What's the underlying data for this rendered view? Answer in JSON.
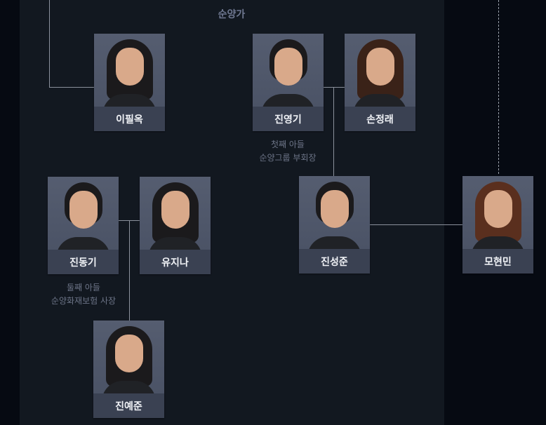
{
  "family": {
    "title": "순양가"
  },
  "members": [
    {
      "name": "이필옥",
      "description": []
    },
    {
      "name": "진영기",
      "description": [
        "첫째 아들",
        "순양그룹 부회장"
      ]
    },
    {
      "name": "손정래",
      "description": []
    },
    {
      "name": "진동기",
      "description": [
        "둘째 아들",
        "순양화재보험 사장"
      ]
    },
    {
      "name": "유지나",
      "description": []
    },
    {
      "name": "진성준",
      "description": []
    },
    {
      "name": "모현민",
      "description": []
    },
    {
      "name": "진예준",
      "description": []
    }
  ],
  "colors": {
    "page_bg": "#060a12",
    "panel_bg": "#121820",
    "card_photo_bg": "#4b5366",
    "card_name_bg": "#3a4152",
    "title_text": "#6f7891",
    "desc_text": "#6d7588",
    "connector": "#8b919c"
  }
}
